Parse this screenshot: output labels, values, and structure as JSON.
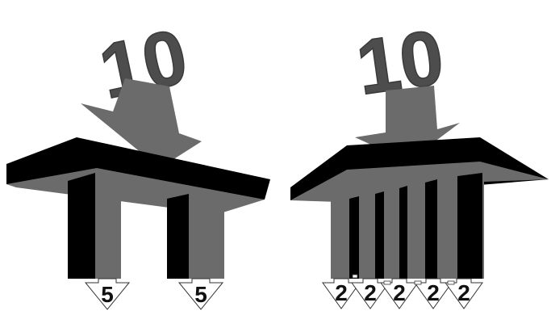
{
  "colors": {
    "arrow": "#6b6b6b",
    "number": "#4d4d4d",
    "deck_top": "#000000",
    "deck_side": "#6b6b6b",
    "support_dark": "#000000",
    "support_light": "#6b6b6b",
    "outline": "#333333",
    "background": "#ffffff"
  },
  "left": {
    "load": "10",
    "reactions": [
      "5",
      "5"
    ]
  },
  "right": {
    "load": "10",
    "reactions": [
      "2",
      "2",
      "2",
      "2",
      "2"
    ]
  }
}
